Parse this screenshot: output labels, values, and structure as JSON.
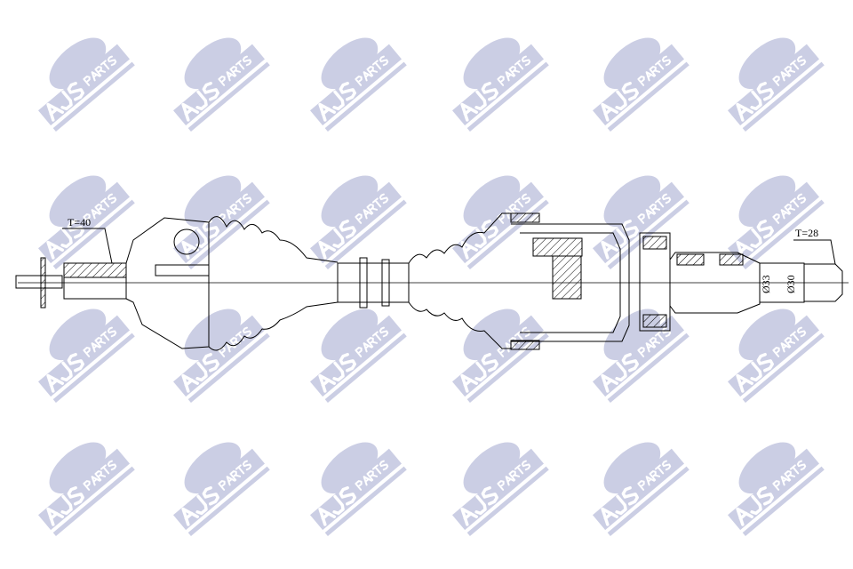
{
  "watermark": {
    "brand": "AJS",
    "sub": "PARTS",
    "color": "#c3c6e0",
    "rows": 4,
    "cols": 6
  },
  "drawing": {
    "labels": {
      "left_teeth": "T=40",
      "right_teeth": "T=28",
      "diameter_1": "Ø33",
      "diameter_2": "Ø30"
    },
    "line_color": "#000000"
  }
}
